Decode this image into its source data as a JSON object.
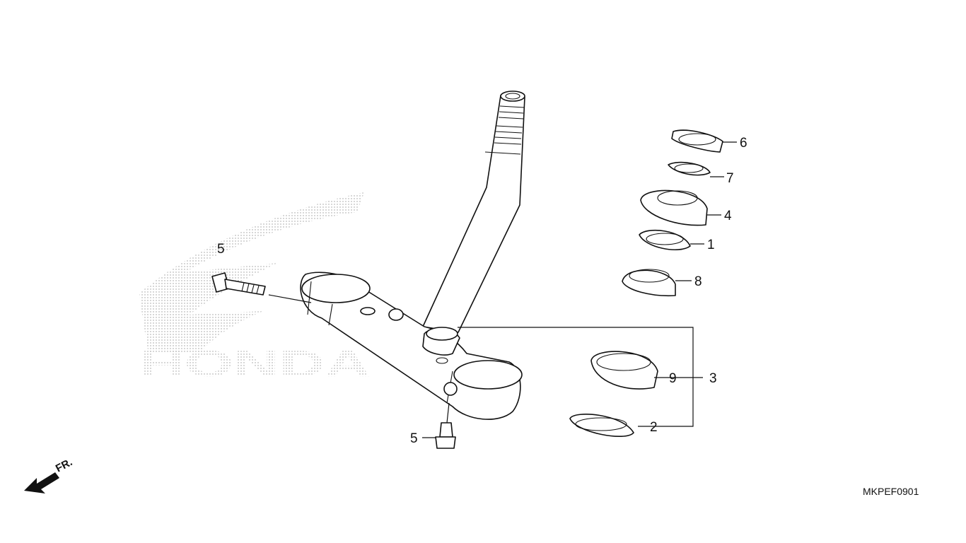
{
  "diagram": {
    "watermark_text": "HONDA",
    "direction_label": "FR.",
    "figure_code": "MKPEF0901",
    "callouts": {
      "stem": "3",
      "nut": "6",
      "lock_washer": "7",
      "upper_cone_race": "4",
      "dust_seal": "1",
      "upper_bearing": "8",
      "lower_bearing": "9",
      "lower_dust_seal": "2",
      "bolt_upper": "5",
      "bolt_lower": "5"
    }
  }
}
